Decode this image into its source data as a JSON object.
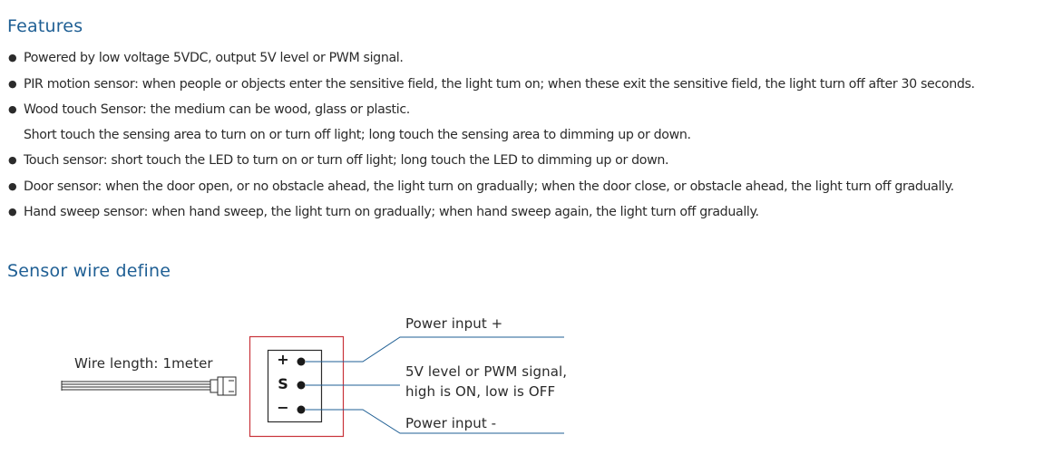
{
  "features": {
    "heading": "Features",
    "bullet_icon": "filled-circle",
    "items": [
      "Powered by low voltage 5VDC, output 5V level or PWM signal.",
      "PIR motion sensor: when people or objects enter the sensitive field, the light tum on; when these exit the sensitive field, the light turn off after 30 seconds.",
      "Wood touch Sensor: the medium can be wood, glass or plastic.",
      "Short touch the sensing area to turn on or turn off light; long touch the sensing area to dimming up or down.",
      "Touch sensor: short touch the LED to turn on or turn off light; long touch the LED to dimming up or down.",
      "Door sensor: when the door open, or no obstacle ahead, the light turn on gradually; when the door close, or obstacle ahead, the light turn off gradually.",
      "Hand sweep sensor: when hand sweep, the light turn on gradually; when hand sweep again, the light turn off gradually."
    ]
  },
  "sensor_wire": {
    "heading": "Sensor wire define",
    "wire_length_label": "Wire length: 1meter",
    "pins": {
      "plus": "+",
      "signal": "S",
      "minus": "−"
    },
    "power_plus_label": "Power input +",
    "signal_label_line1": "5V level or PWM signal,",
    "signal_label_line2": "high is ON, low is OFF",
    "power_minus_label": "Power input -",
    "box_border_color": "#c8333a",
    "line_color": "#1f5f94"
  },
  "colors": {
    "heading": "#1f5f94",
    "text": "#2b2b2b"
  }
}
